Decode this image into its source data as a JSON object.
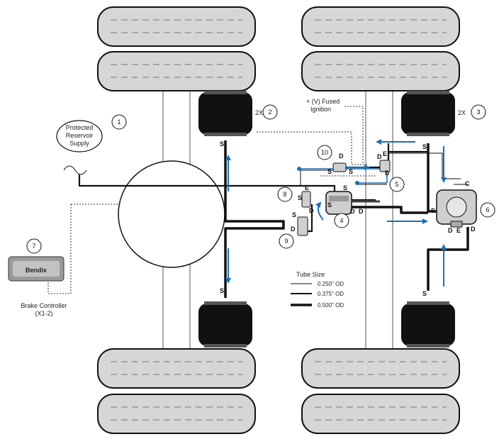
{
  "callouts": {
    "c1": "1",
    "c2": "2",
    "c3": "3",
    "c4": "4",
    "c5": "5",
    "c6": "6",
    "c7": "7",
    "c8": "8",
    "c9": "9",
    "c10": "10"
  },
  "multiplier_left": "2X",
  "multiplier_right": "2X",
  "reservoir": {
    "line1": "Protected",
    "line2": "Reservoir",
    "line3": "Supply"
  },
  "ignition": {
    "line1": "+ (V) Fused",
    "line2": "Ignition"
  },
  "controller": {
    "logo": "Bendix",
    "line1": "Brake Controller",
    "line2": "(X1-2)"
  },
  "ports": {
    "S": "S",
    "D": "D",
    "E": "E",
    "C": "C"
  },
  "legend": {
    "title": "Tube Size",
    "items": [
      {
        "label": "0.250\" OD",
        "weight": 1
      },
      {
        "label": "0.375\" OD",
        "weight": 2
      },
      {
        "label": "0.500\" OD",
        "weight": 3
      }
    ]
  },
  "colors": {
    "flow": "#1a6fb5",
    "tire": "#d6d6d6",
    "line": "#111111"
  }
}
